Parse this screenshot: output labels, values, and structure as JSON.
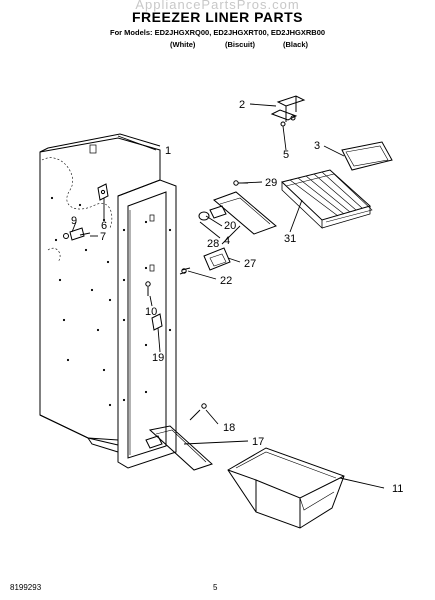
{
  "header": {
    "watermark": "AppliancePartsPros.com",
    "title": "FREEZER LINER PARTS",
    "models_line": "For Models: ED2JHGXRQ00, ED2JHGXRT00, ED2JHGXRB00",
    "variants": [
      "(White)",
      "(Biscuit)",
      "(Black)"
    ]
  },
  "callouts": {
    "c1": "1",
    "c2": "2",
    "c3": "3",
    "c4": "4",
    "c5": "5",
    "c6": "6",
    "c7": "7",
    "c9": "9",
    "c10": "10",
    "c11": "11",
    "c17": "17",
    "c18": "18",
    "c19": "19",
    "c20": "20",
    "c22": "22",
    "c27": "27",
    "c28": "28",
    "c29": "29",
    "c31": "31"
  },
  "footer": {
    "doc_number": "8199293",
    "page_number": "5"
  }
}
